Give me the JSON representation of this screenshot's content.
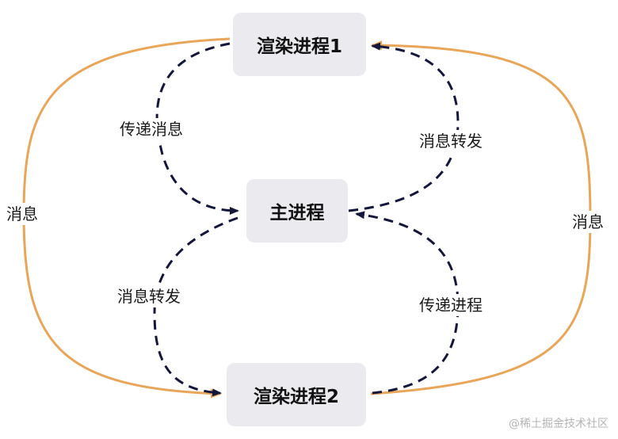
{
  "nodes": {
    "renderer1": "渲染进程1",
    "main": "主进程",
    "renderer2": "渲染进程2"
  },
  "edges": {
    "pass_message": "传递消息",
    "forward_message_top": "消息转发",
    "message_left": "消息",
    "message_right": "消息",
    "forward_message_bottom": "消息转发",
    "pass_process": "传递进程"
  },
  "watermark": "@稀土掘金技术社区",
  "colors": {
    "dashed_arrow": "#14163a",
    "solid_arrow": "#e8a65a",
    "node_fill": "#ebebef"
  }
}
